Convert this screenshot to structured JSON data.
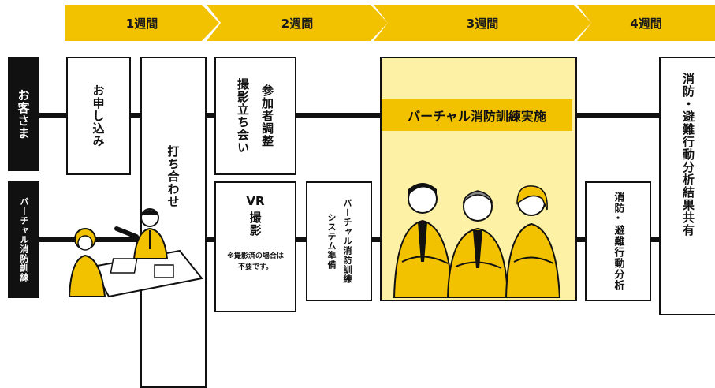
{
  "weeks": [
    "1週間",
    "2週間",
    "3週間",
    "4週間"
  ],
  "lanes": {
    "customer": "お客さま",
    "virtual_training": "バーチャル消防訓練"
  },
  "steps": {
    "apply": "お申し込み",
    "meeting": "打ち合わせ",
    "shoot_attend_1": "撮影立ち会い",
    "shoot_attend_2": "参加者調整",
    "vr_line1": "VR",
    "vr_line2": "撮影",
    "vr_note": "※撮影済の場合は不要です。",
    "system_prep_line1": "バーチャル消防訓練",
    "system_prep_line2": "システム準備",
    "implementation": "バーチャル消防訓練実施",
    "analysis_line1": "消防",
    "analysis_line2": "・",
    "analysis_line3": "避難行動分析",
    "results_line1": "消防",
    "results_line2": "・",
    "results_line3": "避難行動分析結果共有"
  },
  "colors": {
    "accent_yellow": "#f2c200",
    "highlight_yellow": "#fdf1a6",
    "line_black": "#111111"
  }
}
